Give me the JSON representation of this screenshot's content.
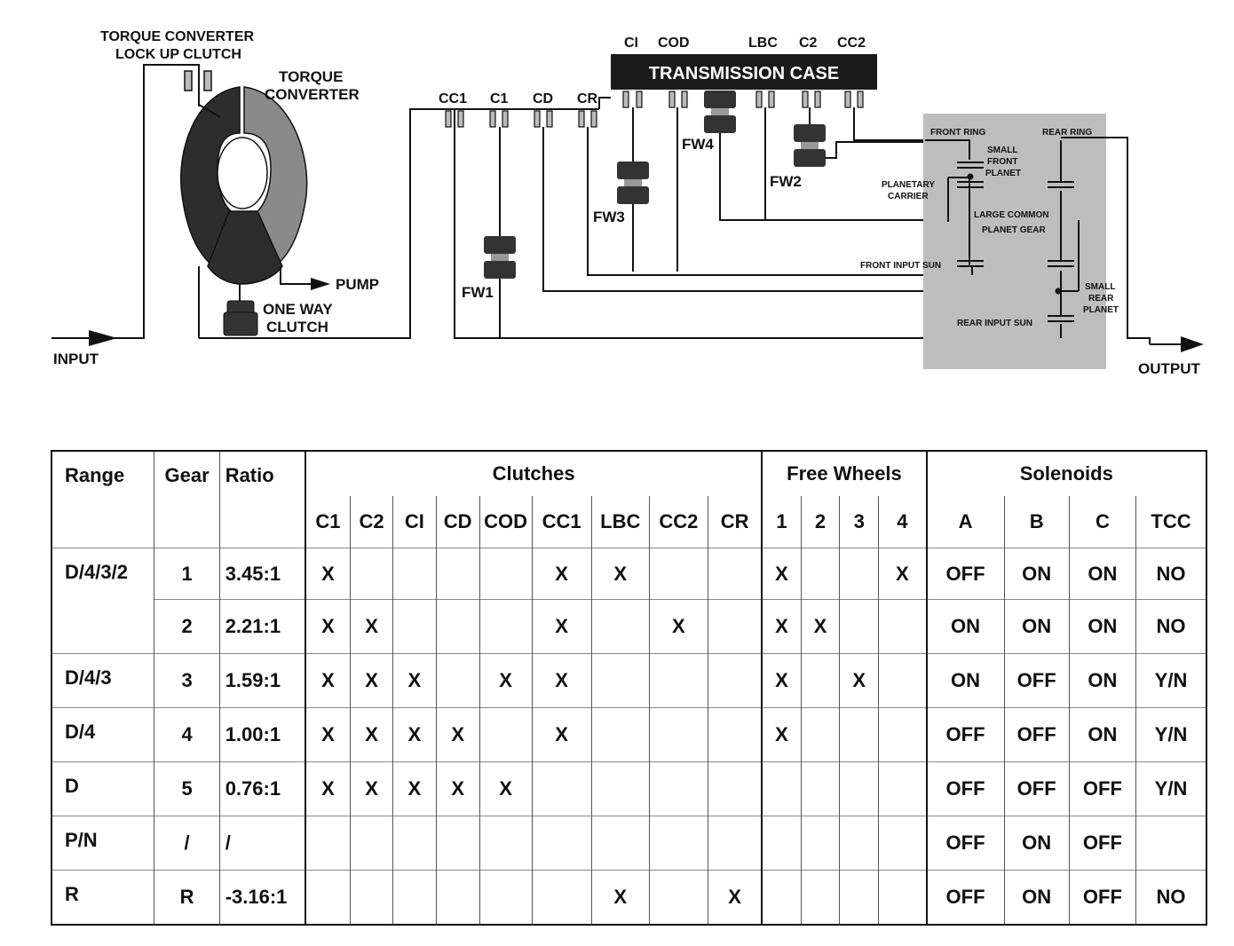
{
  "diagram": {
    "input": "INPUT",
    "output": "OUTPUT",
    "tc_lockup": "TORQUE CONVERTER",
    "tc_lockup2": "LOCK UP CLUTCH",
    "tc": "TORQUE",
    "tc2": "CONVERTER",
    "pump": "PUMP",
    "owc": "ONE WAY",
    "owc2": "CLUTCH",
    "case": "TRANSMISSION CASE",
    "case_labels": [
      "CI",
      "COD",
      "LBC",
      "C2",
      "CC2"
    ],
    "clutch_labels": [
      "CC1",
      "C1",
      "CD",
      "CR"
    ],
    "fw": [
      "FW1",
      "FW2",
      "FW3",
      "FW4"
    ],
    "planet": {
      "front_ring": "FRONT RING",
      "rear_ring": "REAR RING",
      "small_front": "SMALL",
      "small_front2": "FRONT",
      "small_front3": "PLANET",
      "carrier": "PLANETARY",
      "carrier2": "CARRIER",
      "large_common": "LARGE COMMON",
      "planet_gear": "PLANET GEAR",
      "front_sun": "FRONT INPUT SUN",
      "small_rear": "SMALL",
      "small_rear2": "REAR",
      "small_rear3": "PLANET",
      "rear_sun": "REAR INPUT SUN"
    }
  },
  "table": {
    "h_range": "Range",
    "h_gear": "Gear",
    "h_ratio": "Ratio",
    "h_clutches": "Clutches",
    "h_fw": "Free Wheels",
    "h_sol": "Solenoids",
    "clutch_cols": [
      "C1",
      "C2",
      "CI",
      "CD",
      "COD",
      "CC1",
      "LBC",
      "CC2",
      "CR"
    ],
    "fw_cols": [
      "1",
      "2",
      "3",
      "4"
    ],
    "sol_cols": [
      "A",
      "B",
      "C",
      "TCC"
    ],
    "rows": [
      {
        "range": "D/4/3/2",
        "gear": "1",
        "ratio": "3.45:1",
        "c": [
          "X",
          "",
          "",
          "",
          "",
          "X",
          "X",
          "",
          ""
        ],
        "fw": [
          "X",
          "",
          "",
          "X"
        ],
        "s": [
          "OFF",
          "ON",
          "ON",
          "NO"
        ]
      },
      {
        "range": "",
        "gear": "2",
        "ratio": "2.21:1",
        "c": [
          "X",
          "X",
          "",
          "",
          "",
          "X",
          "",
          "X",
          ""
        ],
        "fw": [
          "X",
          "X",
          "",
          ""
        ],
        "s": [
          "ON",
          "ON",
          "ON",
          "NO"
        ]
      },
      {
        "range": "D/4/3",
        "gear": "3",
        "ratio": "1.59:1",
        "c": [
          "X",
          "X",
          "X",
          "",
          "X",
          "X",
          "",
          "",
          ""
        ],
        "fw": [
          "X",
          "",
          "X",
          ""
        ],
        "s": [
          "ON",
          "OFF",
          "ON",
          "Y/N"
        ]
      },
      {
        "range": "D/4",
        "gear": "4",
        "ratio": "1.00:1",
        "c": [
          "X",
          "X",
          "X",
          "X",
          "",
          "X",
          "",
          "",
          ""
        ],
        "fw": [
          "X",
          "",
          "",
          ""
        ],
        "s": [
          "OFF",
          "OFF",
          "ON",
          "Y/N"
        ]
      },
      {
        "range": "D",
        "gear": "5",
        "ratio": "0.76:1",
        "c": [
          "X",
          "X",
          "X",
          "X",
          "X",
          "",
          "",
          "",
          ""
        ],
        "fw": [
          "",
          "",
          "",
          ""
        ],
        "s": [
          "OFF",
          "OFF",
          "OFF",
          "Y/N"
        ]
      },
      {
        "range": "P/N",
        "gear": "/",
        "ratio": "/",
        "c": [
          "",
          "",
          "",
          "",
          "",
          "",
          "",
          "",
          ""
        ],
        "fw": [
          "",
          "",
          "",
          ""
        ],
        "s": [
          "OFF",
          "ON",
          "OFF",
          ""
        ]
      },
      {
        "range": "R",
        "gear": "R",
        "ratio": "-3.16:1",
        "c": [
          "",
          "",
          "",
          "",
          "",
          "",
          "X",
          "",
          "X"
        ],
        "fw": [
          "",
          "",
          "",
          ""
        ],
        "s": [
          "OFF",
          "ON",
          "OFF",
          "NO"
        ]
      }
    ]
  }
}
